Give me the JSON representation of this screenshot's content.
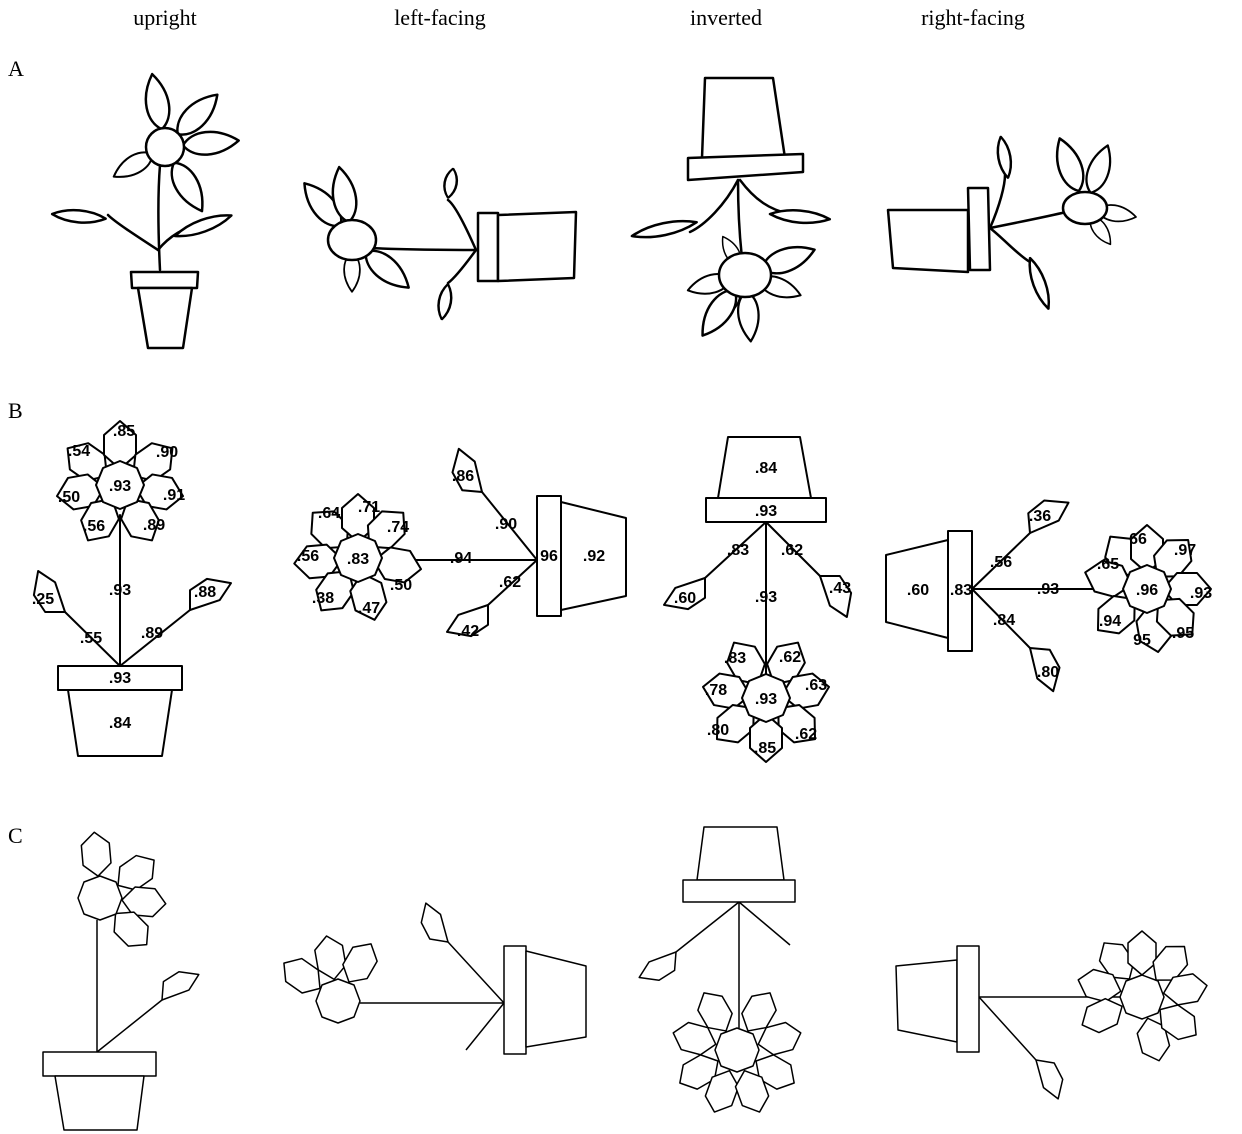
{
  "headers": [
    "upright",
    "left-facing",
    "inverted",
    "right-facing"
  ],
  "rows": [
    "A",
    "B",
    "C"
  ],
  "panel_b": {
    "upright": {
      "center": ".93",
      "petals": [
        ".54",
        ".85",
        ".90",
        ".50",
        ".91",
        ".56",
        ".89"
      ],
      "stem": ".93",
      "leaves": [
        ".25",
        ".88"
      ],
      "leaf_stems": [
        ".55",
        ".89"
      ],
      "rim": ".93",
      "pot": ".84"
    },
    "left": {
      "center": ".83",
      "petals": [
        ".64",
        ".71",
        ".74",
        ".56",
        ".50",
        ".38",
        ".47"
      ],
      "stem": ".94",
      "leaves": [
        ".86",
        ".42"
      ],
      "leaf_stems": [
        ".90",
        ".62"
      ],
      "rim": "96",
      "pot": ".92"
    },
    "inverted": {
      "pot": ".84",
      "rim": ".93",
      "leaf_stems": [
        ".83",
        ".62"
      ],
      "leaves": [
        ".60",
        ".43"
      ],
      "stem": ".93",
      "center": ".93",
      "petals": [
        ".83",
        ".62",
        ".78",
        ".63",
        ".80",
        ".62",
        ".85"
      ]
    },
    "right": {
      "pot": ".60",
      "rim": ".83",
      "leaf_stems": [
        ".56",
        ".84"
      ],
      "leaves": [
        ".36",
        ".80"
      ],
      "stem": ".93",
      "center": ".96",
      "petals": [
        ".65",
        "66",
        ".97",
        ".93",
        ".94",
        "95",
        ".95"
      ]
    }
  }
}
